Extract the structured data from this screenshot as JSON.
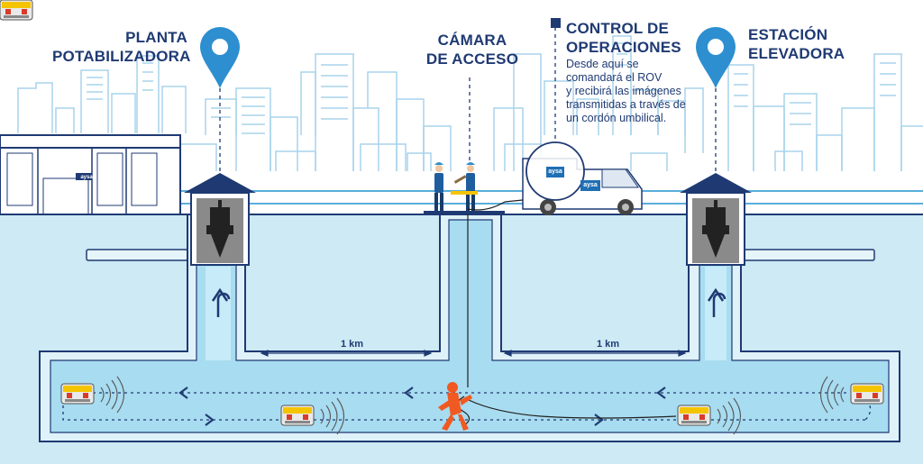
{
  "labels": {
    "plant_line1": "PLANTA",
    "plant_line2": "POTABILIZADORA",
    "chamber_line1": "CÁMARA",
    "chamber_line2": "DE ACCESO",
    "control_line1": "CONTROL DE",
    "control_line2": "OPERACIONES",
    "station_line1": "ESTACIÓN",
    "station_line2": "ELEVADORA"
  },
  "control_description": [
    "Desde aquí se",
    "comandará el ROV",
    "y recibirá las imágenes",
    "transmitidas a través de",
    "un cordón umbilical."
  ],
  "distances": {
    "left": "1 km",
    "right": "1 km"
  },
  "logo_text": "aysa",
  "colors": {
    "navy": "#1f3a73",
    "marker_blue": "#2d8fd0",
    "water": "#c8e8f4",
    "skyline": "#9ecfe8",
    "diver": "#f05a22",
    "rov_yellow": "#f5c400"
  },
  "icons": {
    "location_pin": "map-marker-icon",
    "flow_arrow": "arrow-icon"
  }
}
